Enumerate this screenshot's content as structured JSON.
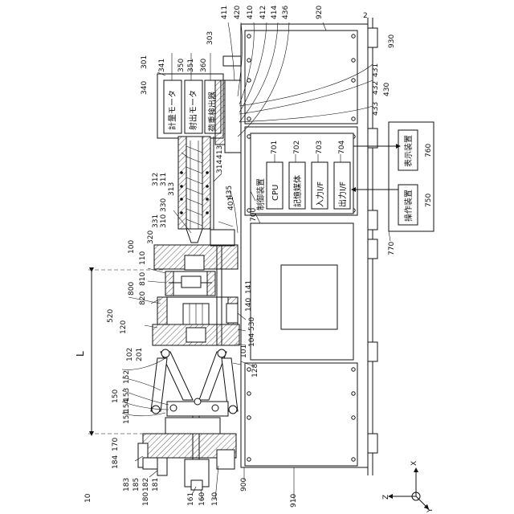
{
  "figure": {
    "number": "10",
    "dimension_label": "L",
    "axes": {
      "x": "X",
      "y": "Y",
      "z": "Z"
    }
  },
  "blocks": {
    "metering_motor": "計量モータ",
    "injection_motor": "射出モータ",
    "load_detector": "荷重検出器",
    "controller": "制御装置",
    "cpu": "CPU",
    "storage": "記憶媒体",
    "input_if": "入力I/F",
    "output_if": "出力I/F",
    "display": "表示装置",
    "operation": "操作装置"
  },
  "refs": {
    "r2": "2",
    "r10": "10",
    "r100": "100",
    "r101": "101",
    "r102": "102",
    "r104": "104",
    "r110": "110",
    "r120": "120",
    "r128": "128",
    "r130": "130",
    "r140": "140",
    "r141": "141",
    "r150": "150",
    "r151": "151",
    "r152": "152",
    "r153": "153",
    "r154": "154",
    "r160": "160",
    "r161": "161",
    "r170": "170",
    "r180": "180",
    "r181": "181",
    "r182": "182",
    "r183": "183",
    "r184": "184",
    "r185": "185",
    "r201": "201",
    "r301": "301",
    "r303": "303",
    "r310": "310",
    "r311": "311",
    "r312": "312",
    "r313": "313",
    "r314": "314",
    "r320": "320",
    "r330": "330",
    "r331": "331",
    "r340": "340",
    "r341": "341",
    "r350": "350",
    "r351": "351",
    "r360": "360",
    "r401": "401",
    "r410": "410",
    "r411": "411",
    "r412": "412",
    "r413": "413",
    "r414": "414",
    "r420": "420",
    "r430": "430",
    "r431": "431",
    "r432": "432",
    "r433": "433",
    "r435": "435",
    "r436": "436",
    "r520": "520",
    "r530": "530",
    "r700": "700",
    "r701": "701",
    "r702": "702",
    "r703": "703",
    "r704": "704",
    "r750": "750",
    "r760": "760",
    "r770": "770",
    "r800": "800",
    "r810": "810",
    "r820": "820",
    "r900": "900",
    "r910": "910",
    "r920": "920",
    "r930": "930"
  }
}
